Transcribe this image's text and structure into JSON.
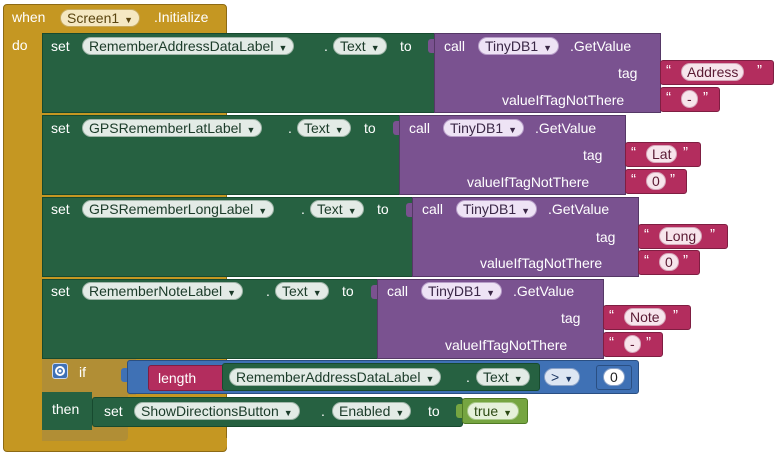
{
  "event": {
    "when": "when",
    "component": "Screen1",
    "event_name": ".Initialize",
    "do": "do"
  },
  "statements": [
    {
      "set": "set",
      "target": "RememberAddressDataLabel",
      "dot": ".",
      "property": "Text",
      "to": "to",
      "call": "call",
      "db": "TinyDB1",
      "method": ".GetValue",
      "tag_label": "tag",
      "tag_value": "Address",
      "default_label": "valueIfTagNotThere",
      "default_value": "-"
    },
    {
      "set": "set",
      "target": "GPSRememberLatLabel",
      "dot": ".",
      "property": "Text",
      "to": "to",
      "call": "call",
      "db": "TinyDB1",
      "method": ".GetValue",
      "tag_label": "tag",
      "tag_value": "Lat",
      "default_label": "valueIfTagNotThere",
      "default_value": "0"
    },
    {
      "set": "set",
      "target": "GPSRememberLongLabel",
      "dot": ".",
      "property": "Text",
      "to": "to",
      "call": "call",
      "db": "TinyDB1",
      "method": ".GetValue",
      "tag_label": "tag",
      "tag_value": "Long",
      "default_label": "valueIfTagNotThere",
      "default_value": "0"
    },
    {
      "set": "set",
      "target": "RememberNoteLabel",
      "dot": ".",
      "property": "Text",
      "to": "to",
      "call": "call",
      "db": "TinyDB1",
      "method": ".GetValue",
      "tag_label": "tag",
      "tag_value": "Note",
      "default_label": "valueIfTagNotThere",
      "default_value": "-"
    }
  ],
  "if_block": {
    "if": "if",
    "length": "length",
    "component": "RememberAddressDataLabel",
    "dot": ".",
    "property": "Text",
    "operator": ">",
    "number": "0",
    "then": "then",
    "then_set": {
      "set": "set",
      "target": "ShowDirectionsButton",
      "dot": ".",
      "property": "Enabled",
      "to": "to",
      "value": "true"
    }
  },
  "icons": {
    "open_quote": "“",
    "close_quote": "”",
    "dropdown": "▼",
    "gear": "gear-icon"
  },
  "colors": {
    "event": "#c59722",
    "setter": "#266141",
    "call": "#7a5290",
    "string": "#b32d5e",
    "math": "#3f71b5",
    "logic": "#76a541",
    "control": "#b18e35"
  }
}
